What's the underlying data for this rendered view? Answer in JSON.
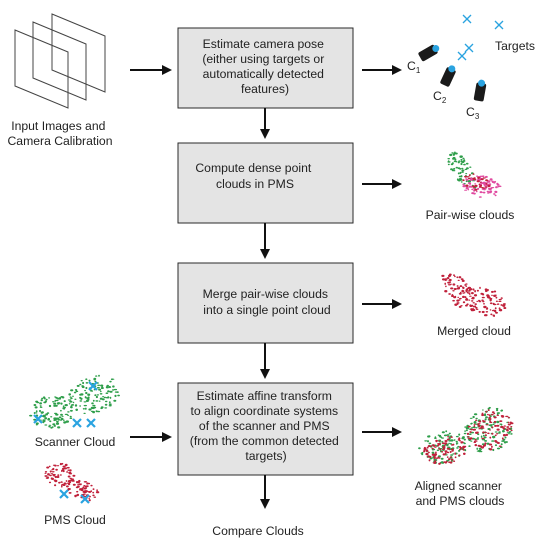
{
  "steps": [
    {
      "lines": [
        "Estimate camera pose",
        "(either using targets or",
        "automatically detected",
        "features)"
      ]
    },
    {
      "lines": [
        "Compute dense point",
        "clouds in PMS"
      ]
    },
    {
      "lines": [
        "Merge pair-wise clouds",
        "into a single point cloud"
      ]
    },
    {
      "lines": [
        "Estimate affine transform",
        "to align coordinate systems",
        "of the scanner and PMS",
        "(from the common detected",
        "targets)"
      ]
    }
  ],
  "input_label": [
    "Input Images and",
    "Camera Calibration"
  ],
  "targets_label": "Targets",
  "camera_labels": [
    {
      "main": "C",
      "sub": "1"
    },
    {
      "main": "C",
      "sub": "2"
    },
    {
      "main": "C",
      "sub": "3"
    }
  ],
  "pairwise_label": "Pair-wise clouds",
  "merged_label": "Merged cloud",
  "scanner_label": "Scanner Cloud",
  "pms_label": "PMS Cloud",
  "aligned_label": [
    "Aligned scanner",
    "and PMS clouds"
  ],
  "compare_label": "Compare Clouds",
  "colors": {
    "box_fill": "#e4e4e4",
    "scanner_green": "#2e9e4a",
    "pms_red": "#c0203a",
    "pink": "#e04aa0",
    "target_blue": "#2aa3e0"
  }
}
